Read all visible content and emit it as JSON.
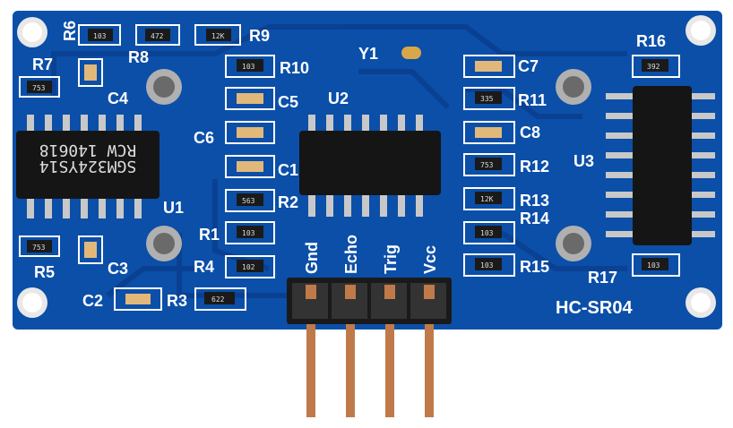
{
  "board": {
    "model": "HC-SR04",
    "colors": {
      "pcb": "#0b4fa8",
      "pcb_dark": "#083a80",
      "silk": "#ffffff",
      "ic": "#151515",
      "pin": "#c07a4a",
      "header": "#1a1a1a",
      "pad": "#c8c8c8"
    }
  },
  "chips": {
    "u1_line1": "SGM324YS14",
    "u1_line2": "RCW 140618"
  },
  "pins": {
    "gnd": "Gnd",
    "echo": "Echo",
    "trig": "Trig",
    "vcc": "Vcc"
  },
  "labels": {
    "r6": "R6",
    "r7": "R7",
    "r8": "R8",
    "r9": "R9",
    "r10": "R10",
    "y1": "Y1",
    "c4": "C4",
    "c5": "C5",
    "u2": "U2",
    "c6": "C6",
    "c1": "C1",
    "r2": "R2",
    "u1": "U1",
    "r1": "R1",
    "r4": "R4",
    "r5": "R5",
    "c3": "C3",
    "c2": "C2",
    "r3": "R3",
    "c7": "C7",
    "r11": "R11",
    "c8": "C8",
    "r12": "R12",
    "r13": "R13",
    "r14": "R14",
    "r15": "R15",
    "r16": "R16",
    "u3": "U3",
    "r17": "R17"
  },
  "smd_codes": {
    "r6": "103",
    "r8": "472",
    "r9": "12K",
    "r7": "753",
    "r10": "103",
    "r11": "335",
    "r12": "753",
    "r13": "12K",
    "r14": "103",
    "r15": "103",
    "r16": "392",
    "r17": "103",
    "r2": "563",
    "r1": "103",
    "r4": "102",
    "r5": "753",
    "r3": "622"
  }
}
